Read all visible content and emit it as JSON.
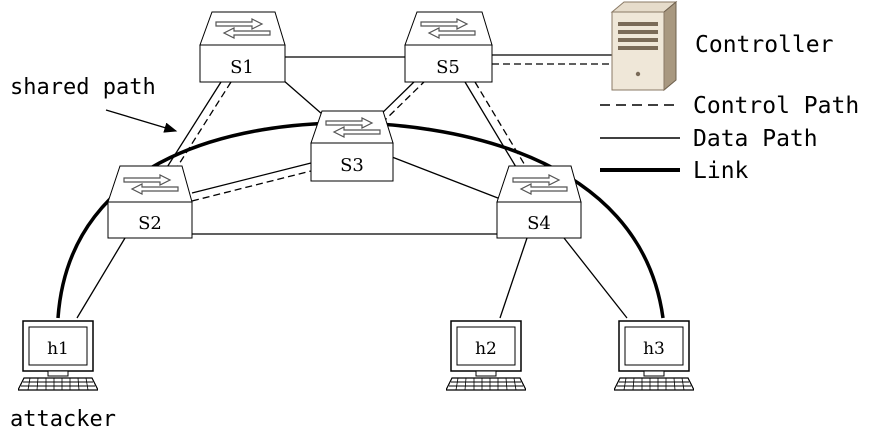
{
  "diagram": {
    "switches": [
      {
        "id": "S1",
        "label": "S1"
      },
      {
        "id": "S5",
        "label": "S5"
      },
      {
        "id": "S3",
        "label": "S3"
      },
      {
        "id": "S2",
        "label": "S2"
      },
      {
        "id": "S4",
        "label": "S4"
      }
    ],
    "hosts": [
      {
        "id": "h1",
        "label": "h1"
      },
      {
        "id": "h2",
        "label": "h2"
      },
      {
        "id": "h3",
        "label": "h3"
      }
    ],
    "controller_label": "Controller",
    "annotations": {
      "shared_path": "shared path",
      "attacker": "attacker"
    },
    "legend": {
      "control_path": "Control Path",
      "data_path": "Data Path",
      "link": "Link"
    }
  }
}
